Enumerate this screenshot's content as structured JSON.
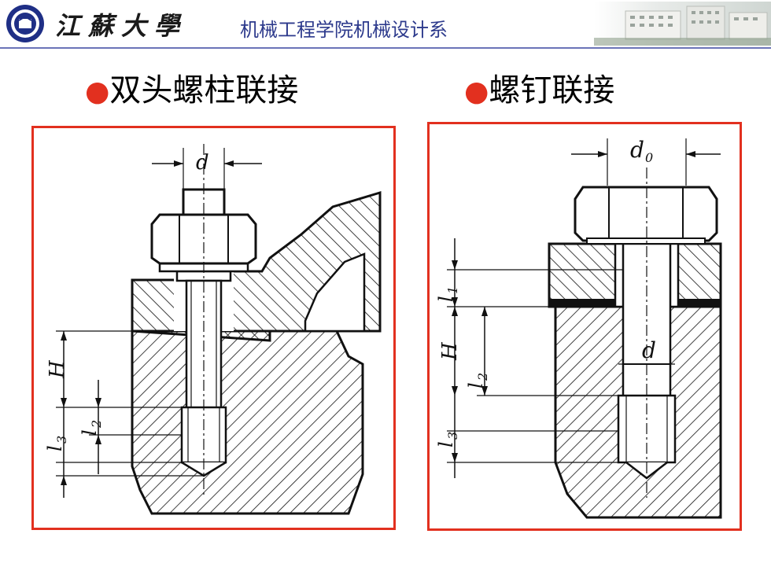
{
  "header": {
    "university": "江蘇大學",
    "department": "机械工程学院机械设计系"
  },
  "slide": {
    "left_title": "双头螺柱联接",
    "right_title": "螺钉联接"
  },
  "left_figure": {
    "labels": {
      "d": "d",
      "H": "H",
      "l3": "l",
      "l3_sub": "3",
      "l2": "l",
      "l2_sub": "2"
    }
  },
  "right_figure": {
    "labels": {
      "d0": "d",
      "d0_sub": "0",
      "d": "d",
      "H": "H",
      "l1": "l",
      "l1_sub": "1",
      "l2": "l",
      "l2_sub": "2",
      "l3": "l",
      "l3_sub": "3"
    }
  },
  "colors": {
    "accent": "#e2301f",
    "rule": "#6b74b8",
    "dept_text": "#2d3a8c"
  }
}
